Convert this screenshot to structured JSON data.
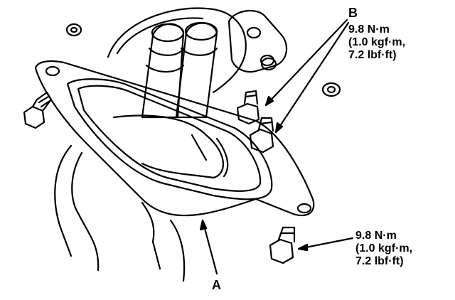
{
  "labels": {
    "a": "A",
    "b": "B"
  },
  "torque_b": {
    "line1": "9.8 N·m",
    "line2": "(1.0 kgf·m,",
    "line3": "7.2 lbf·ft)"
  },
  "torque_bottom": {
    "line1": "9.8 N·m",
    "line2": "(1.0 kgf·m,",
    "line3": "7.2 lbf·ft)"
  },
  "colors": {
    "ink": "#000000",
    "paper": "#ffffff"
  }
}
